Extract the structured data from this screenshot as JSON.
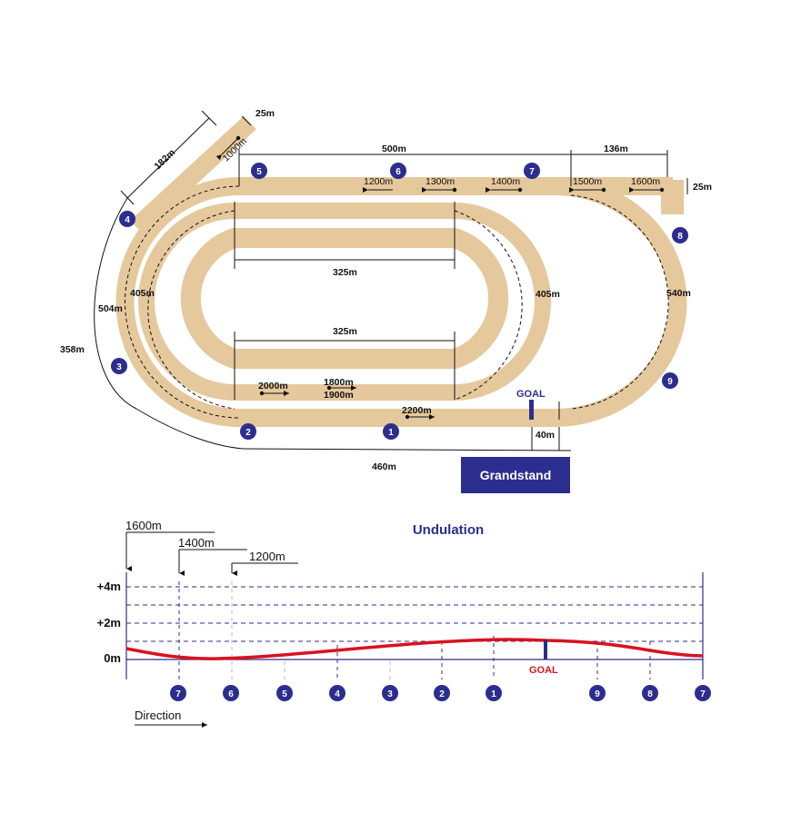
{
  "colors": {
    "turf": "#e5c89c",
    "navy": "#2b2e8f",
    "profile": "#d9121f",
    "ink": "#111111"
  },
  "track": {
    "dims": {
      "straight_500": "500m",
      "straight_136": "136m",
      "chute_25_top": "25m",
      "chute_25_right": "25m",
      "chute_182": "182m",
      "inner_325_top": "325m",
      "inner_325_bottom": "325m",
      "curve_405_left": "405m",
      "curve_405_right": "405m",
      "curve_504": "504m",
      "curve_358": "358m",
      "curve_540": "540m",
      "bottom_460": "460m",
      "goal_40": "40m"
    },
    "starts": {
      "s1000": "1000m",
      "s1200": "1200m",
      "s1300": "1300m",
      "s1400": "1400m",
      "s1500": "1500m",
      "s1600": "1600m",
      "s1800": "1800m",
      "s1900": "1900m",
      "s2000": "2000m",
      "s2200": "2200m"
    },
    "corners": {
      "c1": "1",
      "c2": "2",
      "c3": "3",
      "c4": "4",
      "c5": "5",
      "c6": "6",
      "c7": "7",
      "c8": "8",
      "c9": "9"
    },
    "goal_label": "GOAL",
    "grandstand_label": "Grandstand"
  },
  "undulation": {
    "title": "Undulation",
    "y_labels": {
      "p4": "+4m",
      "p2": "+2m",
      "zero": "0m"
    },
    "starts": {
      "d1600": "1600m",
      "d1400": "1400m",
      "d1200": "1200m"
    },
    "goal_label": "GOAL",
    "markers": [
      "7",
      "6",
      "5",
      "4",
      "3",
      "2",
      "1",
      "9",
      "8",
      "7"
    ],
    "direction_label": "Direction"
  }
}
